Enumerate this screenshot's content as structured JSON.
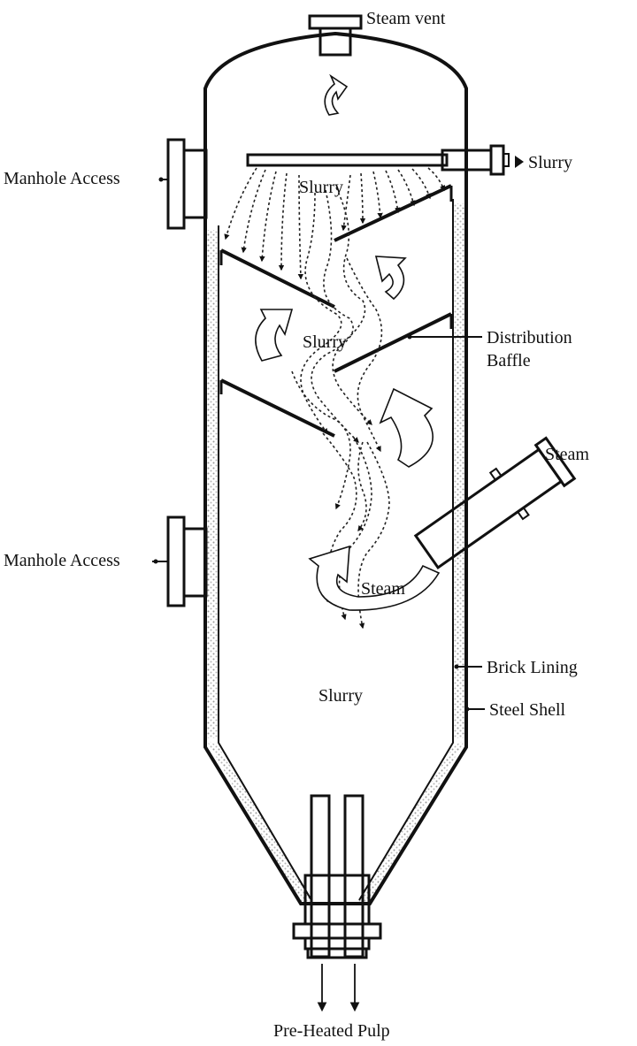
{
  "labels": {
    "steam_vent": "Steam vent",
    "slurry_inlet": "Slurry",
    "manhole_upper": "Manhole Access",
    "manhole_lower": "Manhole Access",
    "distribution_baffle_1": "Distribution",
    "distribution_baffle_2": "Baffle",
    "steam_inlet": "Steam",
    "brick_lining": "Brick Lining",
    "steel_shell": "Steel Shell",
    "outlet": "Pre-Heated Pulp"
  },
  "interior": {
    "slurry_spray": "Slurry",
    "slurry_middle": "Slurry",
    "slurry_bottom": "Slurry",
    "steam_flow": "Steam"
  },
  "colors": {
    "line": "#111111",
    "lining": "#bdbdbd",
    "background": "#ffffff"
  }
}
